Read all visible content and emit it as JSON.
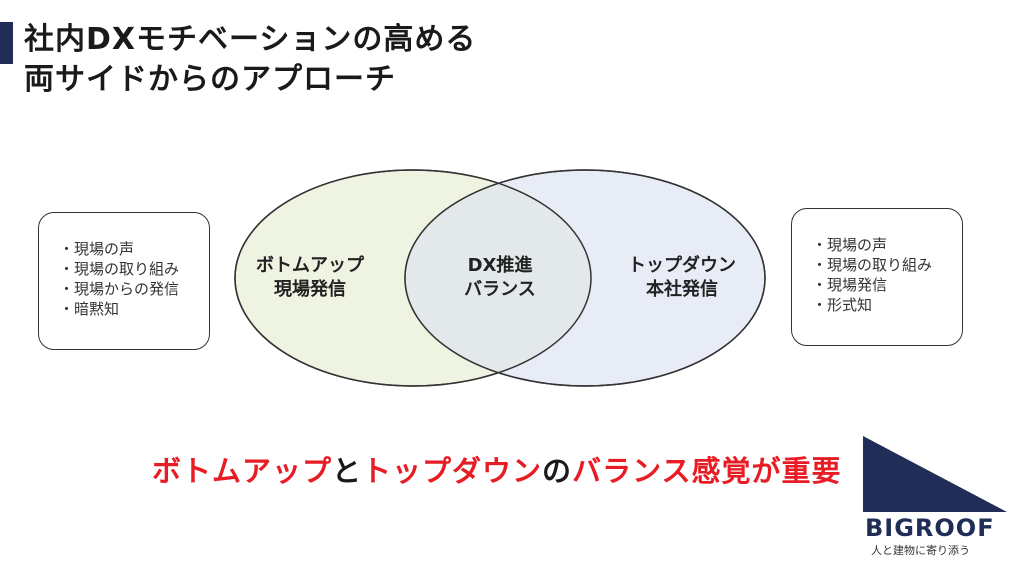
{
  "slide": {
    "title_line1": "社内DXモチベーションの高める",
    "title_line2": "両サイドからのアプローチ"
  },
  "left_box": {
    "items": [
      "現場の声",
      "現場の取り組み",
      "現場からの発信",
      "暗黙知"
    ]
  },
  "right_box": {
    "items": [
      "現場の声",
      "現場の取り組み",
      "現場発信",
      "形式知"
    ]
  },
  "venn": {
    "left_line1": "ボトムアップ",
    "left_line2": "現場発信",
    "center_line1": "DX推進",
    "center_line2": "バランス",
    "right_line1": "トップダウン",
    "right_line2": "本社発信",
    "colors": {
      "left_fill": "#eef3e2",
      "right_fill": "#e8ecf6",
      "overlap_fill": "#e3e9ea",
      "stroke": "#333333"
    }
  },
  "message": {
    "part1": "ボトムアップ",
    "part2": "と",
    "part3": "トップダウン",
    "part4": "の",
    "part5": "バランス感覚が重要",
    "colors": {
      "accent": "#e81c24",
      "dark": "#1a1a1a"
    }
  },
  "logo": {
    "name": "BIGROOF",
    "tagline": "人と建物に寄り添う",
    "color": "#1f2d57"
  }
}
